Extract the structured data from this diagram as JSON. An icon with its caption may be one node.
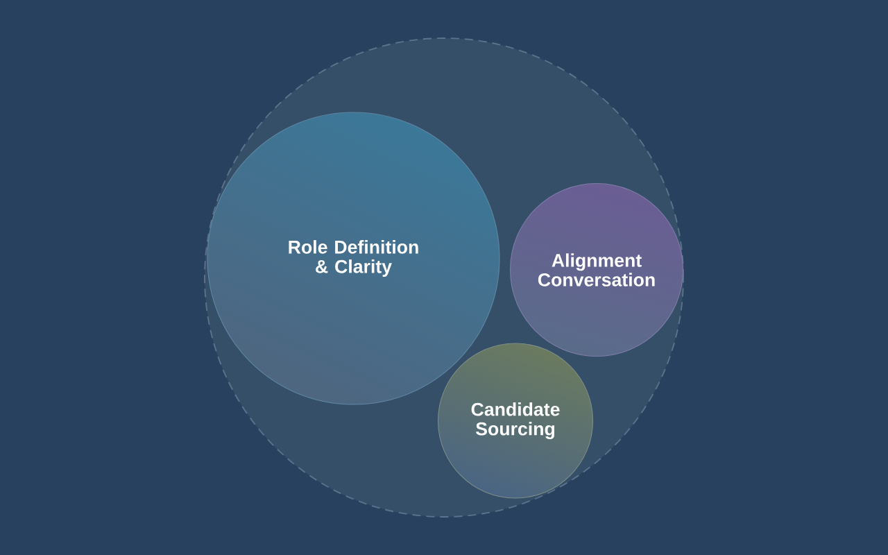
{
  "diagram": {
    "nodes": [
      {
        "text": [],
        "shape": "circle"
      },
      {
        "text": [
          "Role Definition & Clarity"
        ],
        "in": 0
      },
      {
        "text": [
          "Alignment Conversation"
        ],
        "in": 0
      },
      {
        "text": [
          "Candidate Sourcing"
        ],
        "in": 0
      }
    ]
  }
}
